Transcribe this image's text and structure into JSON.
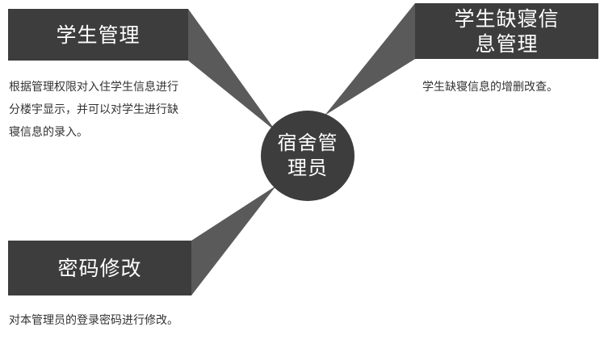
{
  "center": {
    "label": "宿舍管理员"
  },
  "nodes": [
    {
      "title": "学生管理",
      "description": "根据管理权限对入住学生信息进行分楼宇显示，并可以对学生进行缺寝信息的录入。"
    },
    {
      "title": "学生缺寝信息管理",
      "description": "学生缺寝信息的增删改查。"
    },
    {
      "title": "密码修改",
      "description": "对本管理员的登录密码进行修改。"
    }
  ],
  "colors": {
    "box_fill": "#3d3d3d",
    "connector_fill": "#5a5a5a",
    "box_text": "#ffffff",
    "desc_text": "#333333"
  }
}
